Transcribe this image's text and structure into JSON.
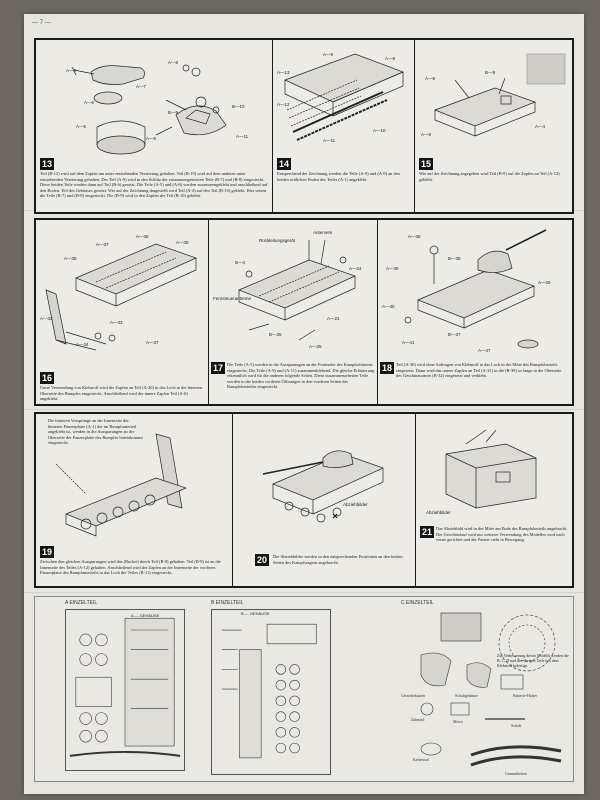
{
  "page": {
    "number": "— 7 —"
  },
  "steps": [
    {
      "num": "13",
      "labels": [
        "A—8",
        "A—8",
        "A—7",
        "A—6",
        "B—9",
        "B—10",
        "A—11",
        "A—5",
        "A—5"
      ],
      "caption": "Teil (B-12) wird auf dem Zapfen am unter entstehenden Verzierung gehalten. Teil (B-19) wird auf dem anderen unter entstehenden Verzierung gehalten. Der Teil (A-9) wird in den Schlitz der zusammengesetzten Teile (B-7) und (B-8) eingesteckt. Diese beiden Teile werden dann auf Teil (B-6) gesetzt. Die Teile (A-5) und (A-6) werden zusammengeklebt und anschließend auf den Boden. Teil des Gehäuses gesetzt. Wie auf der Zeichnung dargestellt wird Teil (A-4) auf den Teil (B-10) geklebt. Hier setzen die Teile (B-7) und (B-8) eingesteckt. Die (B-9) wird in den Zapfen der Teil (B-10) geklebt."
    },
    {
      "num": "14",
      "labels": [
        "A—13",
        "A—9",
        "A—8",
        "A—12",
        "A—11",
        "A—10"
      ],
      "caption": "Entsprechend der Zeichnung werden die Teile (A-9) und (A-9) an den beiden seitlichen Enden des Teiles (A-1) angeklebt."
    },
    {
      "num": "15",
      "labels": [
        "A—8",
        "B—9",
        "A—8",
        "A—4"
      ],
      "caption": "Wie auf der Zeichnung angegeben wird Teil (B-9) auf die Zapfen an Teil (A-12) geklebt."
    },
    {
      "num": "16",
      "labels": [
        "A—38",
        "A—37",
        "A—36",
        "A—35",
        "A—32",
        "A—33",
        "A—34",
        "A—37"
      ],
      "caption": "Unter Verwendung von Klebstoff wird der Zapfen an Teil (A-20) in das Loch in der hinteren Oberseite des Rumpfes eingesteckt. Anschließend wird der innere Zapfen Teil (A-6) angeklebt."
    },
    {
      "num": "17",
      "labels": [
        "Rückleitungsgerät",
        "Antennen",
        "Fernsteuerantenne",
        "A—24",
        "A—21",
        "B—26",
        "A—25",
        "B—4"
      ],
      "caption": "Die Teile (A-5) werden in die Aussparungen an der Frontseite des Kampfschützens eingesteckt. Die Teile (A-9) und (A-11) zusammenklebend. Die gleiche Erläuterung erkenntlich wird für die anderen folgende Seiten. Diese zusammenarbeiten Teile werden in die beiden vorderen Öffnungen in den vorderen Seiten des Rumpfoberteiles eingesteckt."
    },
    {
      "num": "18",
      "labels": [
        "A—36",
        "A—39",
        "B—38",
        "A—40",
        "B—37",
        "A—41",
        "A—26",
        "A—47"
      ],
      "caption": "Teil (A-30) wird ohne Auftragen von Klebstoff in das Loch in der Mitte des Rumpfoberteils eingesetzt. Dann wird das untere Zapfen an Teil (A-31) in die (B-39) so lange in die Oberseite des Geschützturmes (B-32) eingesetzt und verklebt."
    },
    {
      "num": "19",
      "labels": [],
      "caption_top": "Die hinteren Vorsprünge an der Innenseite der hinteren Panzerplatte (A-1) die im Rumpfunterteil angeklebt ist, werden in die Aussparungen an der Oberseite der Panzerplatte des Rumpfes hineinkommt eingesteckt.",
      "caption": "Zwischen den gleichen Aussparungen wird das (Bucket) durch Teil (B-8) gehalten. Teil (B-9) ist an die Innenseite des Teiles (A-12) gehalten. Anschließend wird der Zapfen an der Innenseite der vorderen Panzerplatte des Rumpfunterteils in das Loch der Teiles (B-11) eingesteckt."
    },
    {
      "num": "20",
      "labels": [
        "Abziehbilder"
      ],
      "caption": "Die Abziehbilder werden in den entsprechenden Positionen an den beiden Seiten des Kampfwagens angebracht."
    },
    {
      "num": "21",
      "labels": [
        "Abziehbilder"
      ],
      "caption": "Das Abziehbild wird in der Mitte am Ende des Rumpfoberteils angebracht. Der Geschützlauf wird nur weiterer Verwendung des Modelles wird nach vorne gerichtet und der Panzer steht in Bewegung."
    }
  ],
  "parts": {
    "a_title": "A EINZELTEIL",
    "b_title": "B EINZELTEIL",
    "c_title": "C EINZELTEIL",
    "a_tag": "A — GEHÄUSE",
    "b_tag": "B — GEHÄUSE",
    "c_labels": [
      "Getriebekasten",
      "Schaltgehäuse",
      "Batterie-Halter",
      "Zahnrad",
      "Motor",
      "Schaft",
      "Kettenrad",
      "Gummiketten"
    ],
    "c_caption": "Zur Verbesserung dieses Modells werden die B, C, D und der übrigen Teile mit dem Klebstoff befestigt."
  }
}
